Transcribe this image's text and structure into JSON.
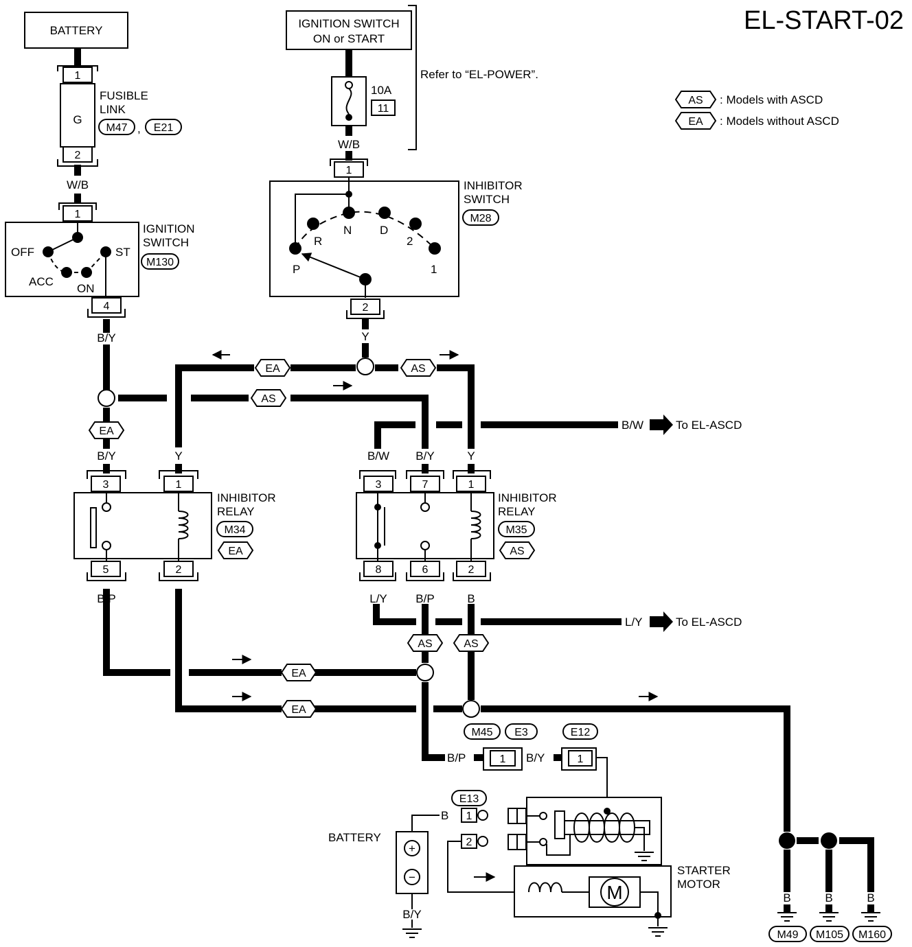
{
  "title": "EL-START-02",
  "legend": [
    {
      "tag": "AS",
      "text": ": Models with ASCD"
    },
    {
      "tag": "EA",
      "text": ": Models without ASCD"
    }
  ],
  "components": {
    "battery_top": "BATTERY",
    "fusible_link": {
      "line1": "FUSIBLE",
      "line2": "LINK",
      "letter": "G",
      "conn1": "M47",
      "sep": ",",
      "conn2": "E21",
      "pin_top": "1",
      "pin_bottom": "2"
    },
    "ign_power": {
      "line1": "IGNITION SWITCH",
      "line2": "ON or START",
      "fuse_amp": "10A",
      "fuse_no": "11",
      "refer": "Refer to “EL-POWER”."
    },
    "ignition_switch": {
      "line1": "IGNITION",
      "line2": "SWITCH",
      "conn": "M130",
      "pin_top": "1",
      "pin_bottom": "4",
      "positions": [
        "OFF",
        "ACC",
        "ON",
        "ST"
      ]
    },
    "inhibitor_switch": {
      "line1": "INHIBITOR",
      "line2": "SWITCH",
      "conn": "M28",
      "pin_top": "1",
      "pin_bottom": "2",
      "positions": [
        "P",
        "R",
        "N",
        "D",
        "2",
        "1"
      ]
    },
    "relay_m34": {
      "line1": "INHIBITOR",
      "line2": "RELAY",
      "conn": "M34",
      "tag": "EA",
      "pins_top": [
        "3",
        "1"
      ],
      "pins_bottom": [
        "5",
        "2"
      ]
    },
    "relay_m35": {
      "line1": "INHIBITOR",
      "line2": "RELAY",
      "conn": "M35",
      "tag": "AS",
      "pins_top": [
        "3",
        "7",
        "1"
      ],
      "pins_bottom": [
        "8",
        "6",
        "2"
      ]
    },
    "starter": {
      "line1": "STARTER",
      "line2": "MOTOR",
      "motor": "M"
    },
    "battery_bottom": "BATTERY",
    "connectors": {
      "m45": "M45",
      "e3": "E3",
      "e12": "E12",
      "e13": "E13",
      "pin1": "1",
      "pin2": "2"
    },
    "grounds": [
      "M49",
      "M105",
      "M160"
    ]
  },
  "wire_colors": {
    "wb1": "W/B",
    "wb2": "W/B",
    "by1": "B/Y",
    "y1": "Y",
    "by_m34": "B/Y",
    "y_m34": "Y",
    "bw_m35": "B/W",
    "by_m35": "B/Y",
    "y_m35": "Y",
    "bp_m34": "B/P",
    "b_m34": "B",
    "ly_m35": "L/Y",
    "bp_m35": "B/P",
    "b_m35": "B",
    "bp_conn": "B/P",
    "by_conn": "B/Y",
    "b_batt": "B",
    "by_batt": "B/Y",
    "g1": "B",
    "g2": "B",
    "g3": "B"
  },
  "tags": {
    "ea": "EA",
    "as": "AS"
  },
  "to_ascd": [
    {
      "wire": "B/W",
      "text": "To EL-ASCD"
    },
    {
      "wire": "L/Y",
      "text": "To EL-ASCD"
    }
  ],
  "symbols": {
    "plus": "+",
    "minus": "−"
  }
}
